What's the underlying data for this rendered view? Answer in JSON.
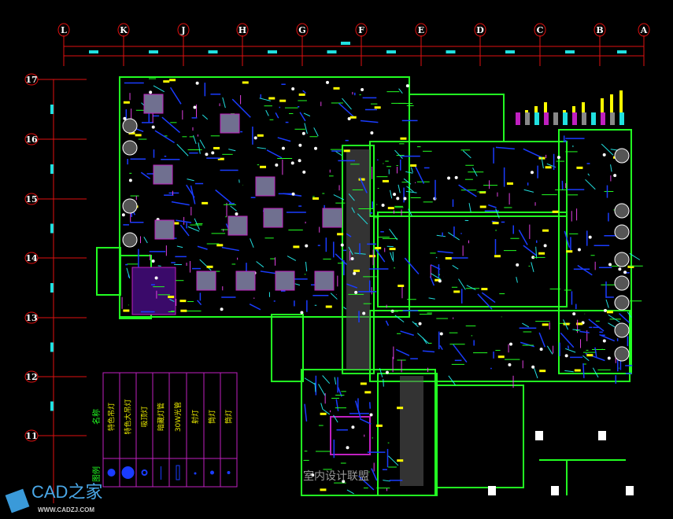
{
  "grid_columns": [
    "L",
    "K",
    "J",
    "H",
    "G",
    "F",
    "E",
    "D",
    "C",
    "B",
    "A"
  ],
  "grid_rows": [
    "17",
    "16",
    "15",
    "14",
    "13",
    "12",
    "11"
  ],
  "legend": {
    "name_header": "名称",
    "symbol_header": "图例",
    "items": [
      "特色吊灯",
      "特色大吊灯",
      "吸顶灯",
      "暗藏灯管",
      "30W光管",
      "射灯",
      "筒灯",
      "筒灯"
    ]
  },
  "watermark": {
    "brand": "CAD之家",
    "url": "WWW.CADZJ.COM",
    "overlay": "室内设计联盟"
  },
  "colors": {
    "grid": "#e01010",
    "wall": "#22ff22",
    "fixture": "#1a3cff",
    "dim": "#20e0e0",
    "legend_frame": "#c020c0"
  }
}
